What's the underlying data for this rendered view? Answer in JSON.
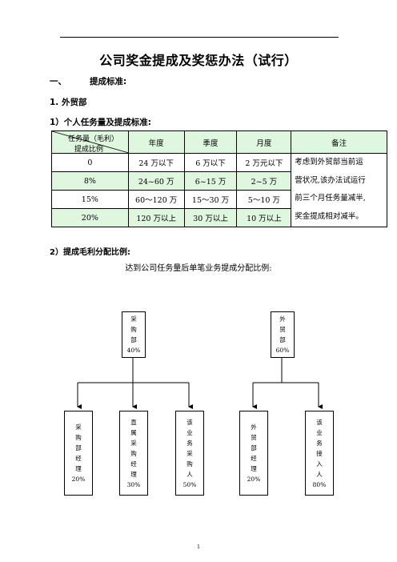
{
  "title": "公司奖金提成及奖惩办法（试行）",
  "section1": {
    "number": "一、",
    "label": "提成标准:"
  },
  "sub1": "1. 外贸部",
  "sub1a": "1）个人任务量及提成标准:",
  "table": {
    "corner_top": "任务量（毛利）",
    "corner_bottom": "提成比例",
    "headers": [
      "年度",
      "季度",
      "月度",
      "备注"
    ],
    "rows": [
      {
        "rate": "0",
        "year": "24 万以下",
        "quarter": "6 万以下",
        "month": "2 万元以下",
        "highlight": false
      },
      {
        "rate": "8%",
        "year": "24~60 万",
        "quarter": "6~15 万",
        "month": "2~5 万",
        "highlight": true
      },
      {
        "rate": "15%",
        "year": "60～120 万",
        "quarter": "15～30 万",
        "month": "5～10 万",
        "highlight": false
      },
      {
        "rate": "20%",
        "year": "120 万以上",
        "quarter": "30 万以上",
        "month": "10 万以上",
        "highlight": true
      }
    ],
    "note_lines": [
      "考虑到外贸部当前运",
      "营状况,该办法试运行",
      "前三个月任务量减半,",
      "奖金提成相对减半。"
    ]
  },
  "sub2": "2）提成毛利分配比例:",
  "intro": "达到公司任务量后单笔业务提成分配比例:",
  "org": {
    "left_parent": [
      "采",
      "购",
      "部",
      "40%"
    ],
    "right_parent": [
      "外",
      "贸",
      "部",
      "60%"
    ],
    "left_children": [
      [
        "采",
        "购",
        "部",
        "经",
        "理",
        "20%"
      ],
      [
        "直",
        "属",
        "采",
        "购",
        "经",
        "理",
        "30%"
      ],
      [
        "该",
        "业",
        "务",
        "采",
        "购",
        "人",
        "50%"
      ]
    ],
    "right_children": [
      [
        "外",
        "贸",
        "部",
        "经",
        "理",
        "20%"
      ],
      [
        "该",
        "业",
        "务",
        "接",
        "入",
        "人",
        "80%"
      ]
    ]
  },
  "page_number": "1"
}
